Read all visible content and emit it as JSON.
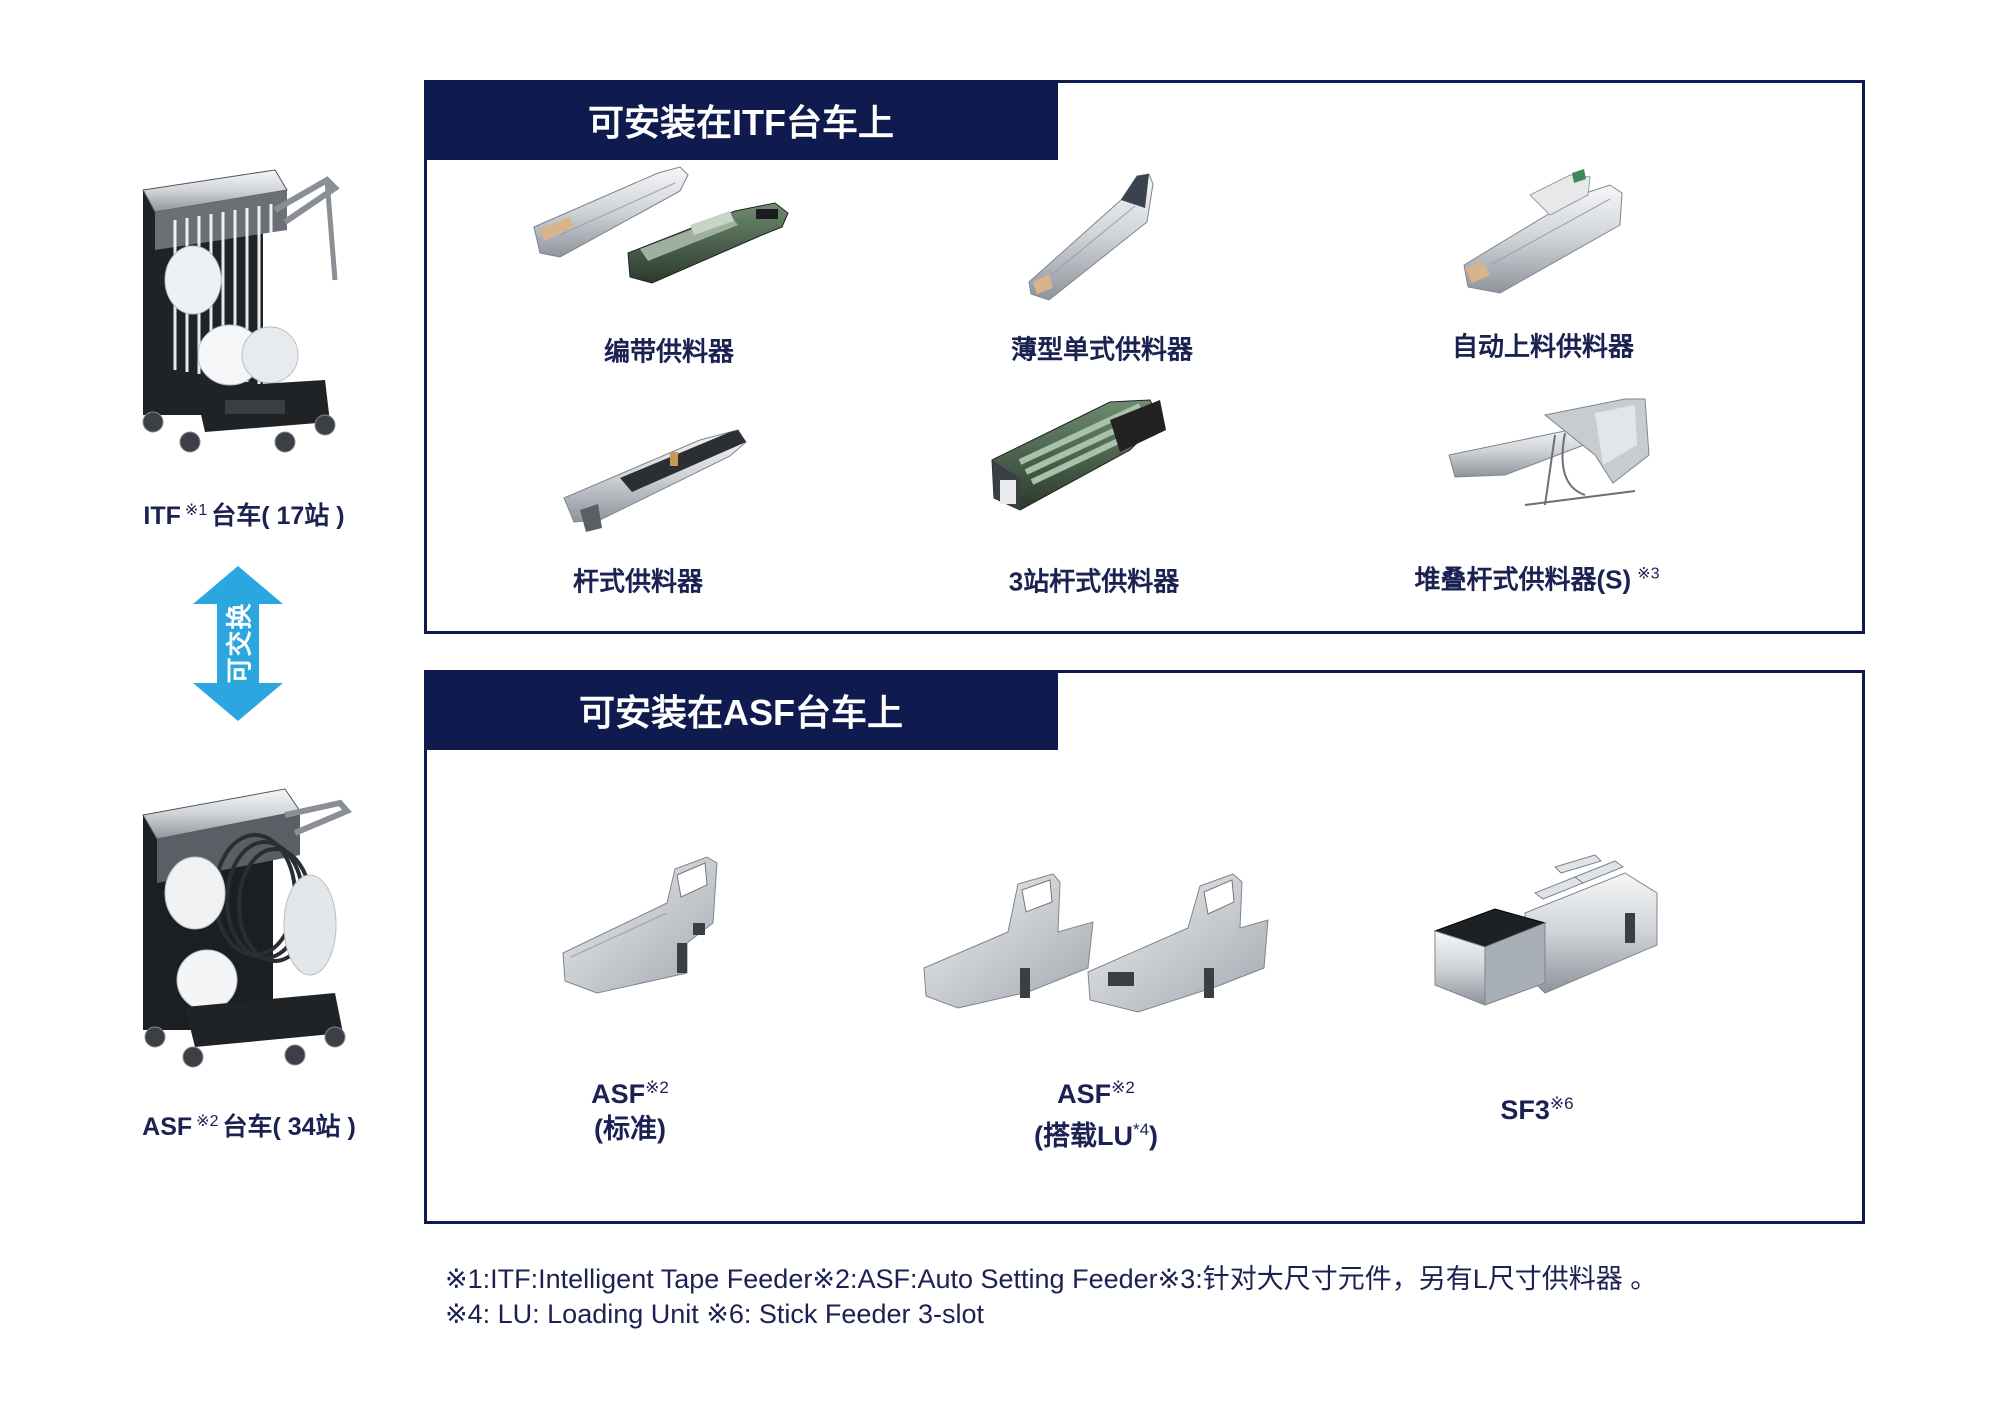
{
  "colors": {
    "navy": "#0f1a4e",
    "arrow": "#2ba6df",
    "text": "#1b2252"
  },
  "carts": {
    "itf": {
      "name": "ITF",
      "note": "※1",
      "suffix": "台车( 17站 )"
    },
    "asf": {
      "name": "ASF",
      "note": "※2",
      "suffix": "台车( 34站 )"
    }
  },
  "swap": {
    "label": "可交换",
    "icon": "double-arrow-vertical-icon"
  },
  "itf_section": {
    "title": "可安装在ITF台车上",
    "items": [
      {
        "label": "编带供料器"
      },
      {
        "label": "薄型单式供料器"
      },
      {
        "label": "自动上料供料器"
      },
      {
        "label": "杆式供料器"
      },
      {
        "label": "3站杆式供料器"
      },
      {
        "label": "堆叠杆式供料器(S)",
        "note": "※3"
      }
    ]
  },
  "asf_section": {
    "title": "可安装在ASF台车上",
    "items": [
      {
        "name": "ASF",
        "note": "※2",
        "sub": "(标准)"
      },
      {
        "name": "ASF",
        "note": "※2",
        "sub_prefix": "(搭载LU",
        "sub_note": "*4",
        "sub_suffix": ")"
      },
      {
        "name": "SF3",
        "note": "※6"
      }
    ]
  },
  "footnotes": [
    "※1:ITF:Intelligent Tape Feeder※2:ASF:Auto Setting Feeder※3:针对大尺寸元件，另有L尺寸供料器 。",
    "※4: LU: Loading Unit ※6: Stick Feeder 3-slot"
  ]
}
